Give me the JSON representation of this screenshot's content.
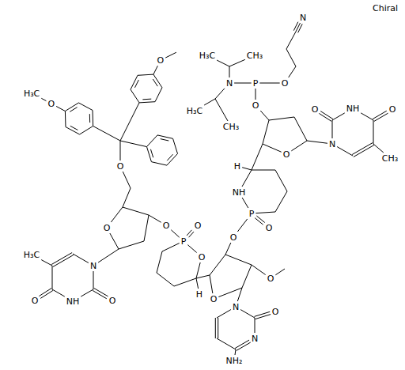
{
  "diagram": {
    "labels": [
      "Chiral",
      "N",
      "H₃C",
      "CH₃",
      "N",
      "P",
      "O",
      "H₃C",
      "CH₃",
      "O",
      "O",
      "N",
      "O",
      "NH",
      "O",
      "CH₃",
      "H",
      "NH",
      "P",
      "O",
      "O",
      "O",
      "O",
      "N",
      "O",
      "N",
      "NH₂",
      "H",
      "O",
      "O",
      "O",
      "O",
      "N",
      "O",
      "NH",
      "O",
      "H₃C",
      "O",
      "O",
      "O",
      "H₃C",
      "P"
    ]
  }
}
